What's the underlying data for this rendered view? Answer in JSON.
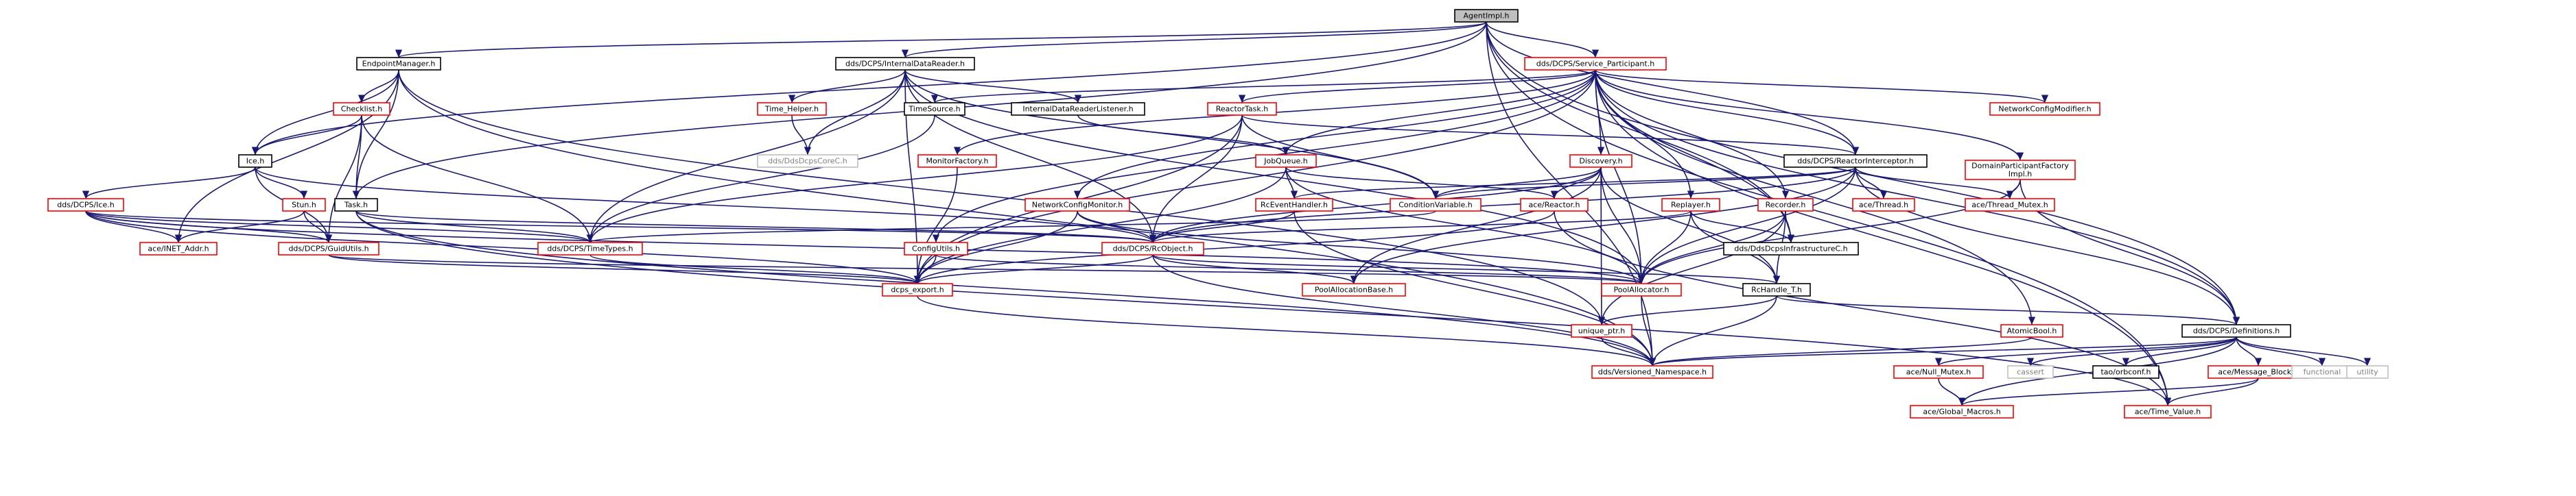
{
  "diagram": {
    "title": "",
    "colors": {
      "root_fill": "#bfbfbf",
      "root_border": "#000000",
      "linked_border": "#ff0000",
      "plain_border": "#000000",
      "leaf_border": "#bfbfbf",
      "leaf_text": "#808080",
      "node_fill": "#ffffff",
      "edge": "#191970"
    },
    "nodes": [
      {
        "id": "agentimpl",
        "label": "AgentImpl.h",
        "kind": "root"
      },
      {
        "id": "endpointmanager",
        "label": "EndpointManager.h",
        "kind": "plain"
      },
      {
        "id": "internaldatareader",
        "label": "dds/DCPS/InternalDataReader.h",
        "kind": "plain"
      },
      {
        "id": "serviceparticipant",
        "label": "dds/DCPS/Service_Participant.h",
        "kind": "linked"
      },
      {
        "id": "checklist",
        "label": "Checklist.h",
        "kind": "linked"
      },
      {
        "id": "timehelper",
        "label": "Time_Helper.h",
        "kind": "linked"
      },
      {
        "id": "timesource",
        "label": "TimeSource.h",
        "kind": "plain"
      },
      {
        "id": "internaldatareaderlistener",
        "label": "InternalDataReaderListener.h",
        "kind": "plain"
      },
      {
        "id": "reactortask",
        "label": "ReactorTask.h",
        "kind": "linked"
      },
      {
        "id": "networkconfigmodifier",
        "label": "NetworkConfigModifier.h",
        "kind": "linked"
      },
      {
        "id": "ice",
        "label": "Ice.h",
        "kind": "plain"
      },
      {
        "id": "ddsdcpscorec",
        "label": "dds/DdsDcpsCoreC.h",
        "kind": "leaf"
      },
      {
        "id": "monitorfactory",
        "label": "MonitorFactory.h",
        "kind": "linked"
      },
      {
        "id": "jobqueue",
        "label": "JobQueue.h",
        "kind": "linked"
      },
      {
        "id": "discovery",
        "label": "Discovery.h",
        "kind": "linked"
      },
      {
        "id": "reactorinterceptor",
        "label": "dds/DCPS/ReactorInterceptor.h",
        "kind": "plain"
      },
      {
        "id": "domainparticipantfactory",
        "label": [
          "DomainParticipantFactory",
          "Impl.h"
        ],
        "kind": "linked"
      },
      {
        "id": "ddsice",
        "label": "dds/DCPS/Ice.h",
        "kind": "linked"
      },
      {
        "id": "stun",
        "label": "Stun.h",
        "kind": "linked"
      },
      {
        "id": "task",
        "label": "Task.h",
        "kind": "plain"
      },
      {
        "id": "networkconfigmonitor",
        "label": "NetworkConfigMonitor.h",
        "kind": "linked"
      },
      {
        "id": "receventhandler",
        "label": "RcEventHandler.h",
        "kind": "linked"
      },
      {
        "id": "conditionvariable",
        "label": "ConditionVariable.h",
        "kind": "linked"
      },
      {
        "id": "acereactor",
        "label": "ace/Reactor.h",
        "kind": "linked"
      },
      {
        "id": "replayer",
        "label": "Replayer.h",
        "kind": "linked"
      },
      {
        "id": "recorder",
        "label": "Recorder.h",
        "kind": "linked"
      },
      {
        "id": "acethread",
        "label": "ace/Thread.h",
        "kind": "linked"
      },
      {
        "id": "acethreadmutex",
        "label": "ace/Thread_Mutex.h",
        "kind": "linked"
      },
      {
        "id": "aceinetaddr",
        "label": "ace/INET_Addr.h",
        "kind": "linked"
      },
      {
        "id": "guidutils",
        "label": "dds/DCPS/GuidUtils.h",
        "kind": "linked"
      },
      {
        "id": "timetypes",
        "label": "dds/DCPS/TimeTypes.h",
        "kind": "linked"
      },
      {
        "id": "configutils",
        "label": "ConfigUtils.h",
        "kind": "linked"
      },
      {
        "id": "rcobject",
        "label": "dds/DCPS/RcObject.h",
        "kind": "linked"
      },
      {
        "id": "ddsdcpsinfrastructurec",
        "label": "dds/DdsDcpsInfrastructureC.h",
        "kind": "plain"
      },
      {
        "id": "dcpsexport",
        "label": "dcps_export.h",
        "kind": "linked"
      },
      {
        "id": "poolallocationbase",
        "label": "PoolAllocationBase.h",
        "kind": "linked"
      },
      {
        "id": "poolallocator",
        "label": "PoolAllocator.h",
        "kind": "linked"
      },
      {
        "id": "rchandle",
        "label": "RcHandle_T.h",
        "kind": "plain"
      },
      {
        "id": "uniqueptr",
        "label": "unique_ptr.h",
        "kind": "linked"
      },
      {
        "id": "atomicbool",
        "label": "AtomicBool.h",
        "kind": "linked"
      },
      {
        "id": "definitions",
        "label": "dds/DCPS/Definitions.h",
        "kind": "plain"
      },
      {
        "id": "versionednamespace",
        "label": "dds/Versioned_Namespace.h",
        "kind": "linked"
      },
      {
        "id": "acenullmutex",
        "label": "ace/Null_Mutex.h",
        "kind": "linked"
      },
      {
        "id": "cassert",
        "label": "cassert",
        "kind": "leaf"
      },
      {
        "id": "taoorbconf",
        "label": "tao/orbconf.h",
        "kind": "plain"
      },
      {
        "id": "acemessageblock",
        "label": "ace/Message_Block.h",
        "kind": "linked"
      },
      {
        "id": "functional",
        "label": "functional",
        "kind": "leaf"
      },
      {
        "id": "utility",
        "label": "utility",
        "kind": "leaf"
      },
      {
        "id": "aceglobalmacros",
        "label": "ace/Global_Macros.h",
        "kind": "linked"
      },
      {
        "id": "acetimevalue",
        "label": "ace/Time_Value.h",
        "kind": "linked"
      }
    ],
    "edges": [
      [
        "agentimpl",
        "endpointmanager"
      ],
      [
        "agentimpl",
        "internaldatareader"
      ],
      [
        "agentimpl",
        "serviceparticipant"
      ],
      [
        "agentimpl",
        "ice"
      ],
      [
        "agentimpl",
        "task"
      ],
      [
        "agentimpl",
        "reactorinterceptor"
      ],
      [
        "agentimpl",
        "definitions"
      ],
      [
        "agentimpl",
        "ddsdcpsinfrastructurec"
      ],
      [
        "agentimpl",
        "versionednamespace"
      ],
      [
        "agentimpl",
        "acetimevalue"
      ],
      [
        "endpointmanager",
        "checklist"
      ],
      [
        "endpointmanager",
        "ice"
      ],
      [
        "endpointmanager",
        "task"
      ],
      [
        "endpointmanager",
        "aceinetaddr"
      ],
      [
        "endpointmanager",
        "versionednamespace"
      ],
      [
        "endpointmanager",
        "uniqueptr"
      ],
      [
        "checklist",
        "ice"
      ],
      [
        "checklist",
        "task"
      ],
      [
        "checklist",
        "guidutils"
      ],
      [
        "checklist",
        "timetypes"
      ],
      [
        "ice",
        "ddsice"
      ],
      [
        "ice",
        "stun"
      ],
      [
        "ice",
        "guidutils"
      ],
      [
        "ice",
        "rcobject"
      ],
      [
        "ddsice",
        "aceinetaddr"
      ],
      [
        "ddsice",
        "guidutils"
      ],
      [
        "ddsice",
        "timetypes"
      ],
      [
        "ddsice",
        "dcpsexport"
      ],
      [
        "ddsice",
        "rcobject"
      ],
      [
        "ddsice",
        "poolallocator"
      ],
      [
        "stun",
        "aceinetaddr"
      ],
      [
        "stun",
        "guidutils"
      ],
      [
        "task",
        "timetypes"
      ],
      [
        "task",
        "rcobject"
      ],
      [
        "task",
        "versionednamespace"
      ],
      [
        "task",
        "acetimevalue"
      ],
      [
        "guidutils",
        "dcpsexport"
      ],
      [
        "guidutils",
        "poolallocator"
      ],
      [
        "timetypes",
        "dcpsexport"
      ],
      [
        "internaldatareader",
        "internaldatareaderlistener"
      ],
      [
        "internaldatareader",
        "timehelper"
      ],
      [
        "internaldatareader",
        "ddsdcpscorec"
      ],
      [
        "internaldatareader",
        "timetypes"
      ],
      [
        "internaldatareader",
        "rcobject"
      ],
      [
        "internaldatareader",
        "dcpsexport"
      ],
      [
        "internaldatareader",
        "poolallocator"
      ],
      [
        "internaldatareader",
        "conditionvariable"
      ],
      [
        "timehelper",
        "ddsdcpscorec"
      ],
      [
        "internaldatareaderlistener",
        "jobqueue"
      ],
      [
        "serviceparticipant",
        "timesource"
      ],
      [
        "serviceparticipant",
        "reactortask"
      ],
      [
        "serviceparticipant",
        "networkconfigmodifier"
      ],
      [
        "serviceparticipant",
        "monitorfactory"
      ],
      [
        "serviceparticipant",
        "jobqueue"
      ],
      [
        "serviceparticipant",
        "discovery"
      ],
      [
        "serviceparticipant",
        "reactorinterceptor"
      ],
      [
        "serviceparticipant",
        "domainparticipantfactory"
      ],
      [
        "serviceparticipant",
        "networkconfigmonitor"
      ],
      [
        "serviceparticipant",
        "replayer"
      ],
      [
        "serviceparticipant",
        "recorder"
      ],
      [
        "serviceparticipant",
        "configutils"
      ],
      [
        "serviceparticipant",
        "definitions"
      ],
      [
        "serviceparticipant",
        "poolallocator"
      ],
      [
        "serviceparticipant",
        "dcpsexport"
      ],
      [
        "serviceparticipant",
        "acetimevalue"
      ],
      [
        "serviceparticipant",
        "atomicbool"
      ],
      [
        "serviceparticipant",
        "ddsdcpsinfrastructurec"
      ],
      [
        "timesource",
        "timetypes"
      ],
      [
        "reactortask",
        "reactorinterceptor"
      ],
      [
        "reactortask",
        "conditionvariable"
      ],
      [
        "reactortask",
        "rcobject"
      ],
      [
        "reactortask",
        "dcpsexport"
      ],
      [
        "reactortask",
        "timetypes"
      ],
      [
        "monitorfactory",
        "dcpsexport"
      ],
      [
        "jobqueue",
        "receventhandler"
      ],
      [
        "jobqueue",
        "acereactor"
      ],
      [
        "jobqueue",
        "poolallocator"
      ],
      [
        "jobqueue",
        "dcpsexport"
      ],
      [
        "discovery",
        "conditionvariable"
      ],
      [
        "discovery",
        "acereactor"
      ],
      [
        "discovery",
        "rcobject"
      ],
      [
        "discovery",
        "poolallocator"
      ],
      [
        "discovery",
        "rchandle"
      ],
      [
        "discovery",
        "uniqueptr"
      ],
      [
        "discovery",
        "poolallocationbase"
      ],
      [
        "reactorinterceptor",
        "acethread"
      ],
      [
        "reactorinterceptor",
        "acethreadmutex"
      ],
      [
        "reactorinterceptor",
        "conditionvariable"
      ],
      [
        "reactorinterceptor",
        "receventhandler"
      ],
      [
        "reactorinterceptor",
        "rcobject"
      ],
      [
        "reactorinterceptor",
        "definitions"
      ],
      [
        "reactorinterceptor",
        "poolallocator"
      ],
      [
        "reactorinterceptor",
        "poolallocationbase"
      ],
      [
        "domainparticipantfactory",
        "acethreadmutex"
      ],
      [
        "domainparticipantfactory",
        "definitions"
      ],
      [
        "domainparticipantfactory",
        "poolallocator"
      ],
      [
        "networkconfigmonitor",
        "rcobject"
      ],
      [
        "networkconfigmonitor",
        "dcpsexport"
      ],
      [
        "networkconfigmonitor",
        "poolallocator"
      ],
      [
        "receventhandler",
        "rcobject"
      ],
      [
        "receventhandler",
        "versionednamespace"
      ],
      [
        "conditionvariable",
        "timetypes"
      ],
      [
        "acereactor",
        "dcpsexport"
      ],
      [
        "acereactor",
        "acetimevalue"
      ],
      [
        "replayer",
        "rcobject"
      ],
      [
        "replayer",
        "ddsdcpsinfrastructurec"
      ],
      [
        "replayer",
        "poolallocator"
      ],
      [
        "replayer",
        "rchandle"
      ],
      [
        "recorder",
        "ddsdcpsinfrastructurec"
      ],
      [
        "recorder",
        "rchandle"
      ],
      [
        "recorder",
        "poolallocator"
      ],
      [
        "recorder",
        "uniqueptr"
      ],
      [
        "configutils",
        "dcpsexport"
      ],
      [
        "configutils",
        "poolallocator"
      ],
      [
        "rcobject",
        "dcpsexport"
      ],
      [
        "rcobject",
        "poolallocationbase"
      ],
      [
        "rcobject",
        "rchandle"
      ],
      [
        "rcobject",
        "versionednamespace"
      ],
      [
        "dcpsexport",
        "versionednamespace"
      ],
      [
        "poolallocator",
        "versionednamespace"
      ],
      [
        "rchandle",
        "uniqueptr"
      ],
      [
        "rchandle",
        "versionednamespace"
      ],
      [
        "rchandle",
        "definitions"
      ],
      [
        "uniqueptr",
        "versionednamespace"
      ],
      [
        "atomicbool",
        "versionednamespace"
      ],
      [
        "definitions",
        "versionednamespace"
      ],
      [
        "definitions",
        "acenullmutex"
      ],
      [
        "definitions",
        "cassert"
      ],
      [
        "definitions",
        "taoorbconf"
      ],
      [
        "definitions",
        "acemessageblock"
      ],
      [
        "definitions",
        "functional"
      ],
      [
        "definitions",
        "utility"
      ],
      [
        "definitions",
        "aceglobalmacros"
      ],
      [
        "acenullmutex",
        "aceglobalmacros"
      ],
      [
        "acemessageblock",
        "aceglobalmacros"
      ],
      [
        "acemessageblock",
        "acetimevalue"
      ]
    ]
  }
}
